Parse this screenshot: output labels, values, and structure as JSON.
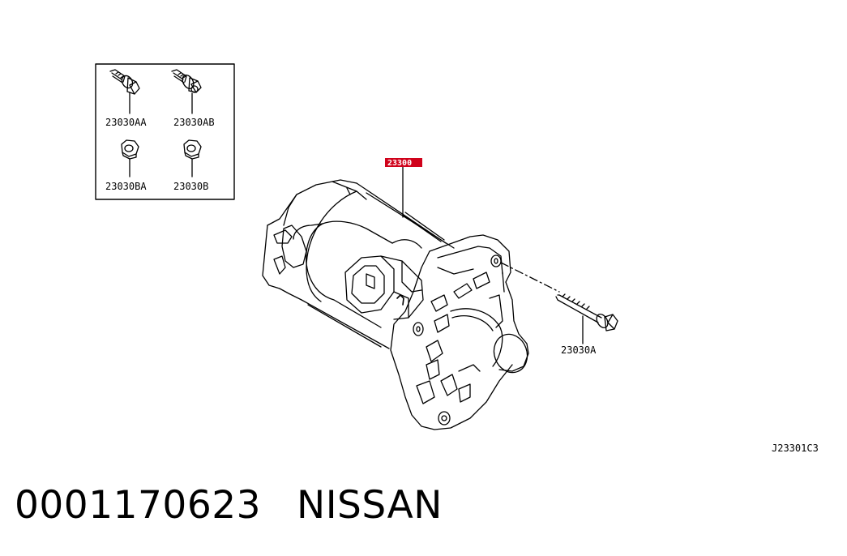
{
  "diagram": {
    "main_part_label": "23300",
    "accent_color": "#d0021b",
    "hardware_box": {
      "items": [
        {
          "label": "23030AA",
          "icon": "flange-bolt-icon"
        },
        {
          "label": "23030AB",
          "icon": "flange-bolt-washer-icon"
        },
        {
          "label": "23030BA",
          "icon": "flange-nut-icon"
        },
        {
          "label": "23030B",
          "icon": "flange-nut-icon"
        }
      ]
    },
    "long_bolt_label": "23030A",
    "drawing_code": "J23301C3"
  },
  "caption": {
    "part_number": "0001170623",
    "brand": "NISSAN"
  }
}
